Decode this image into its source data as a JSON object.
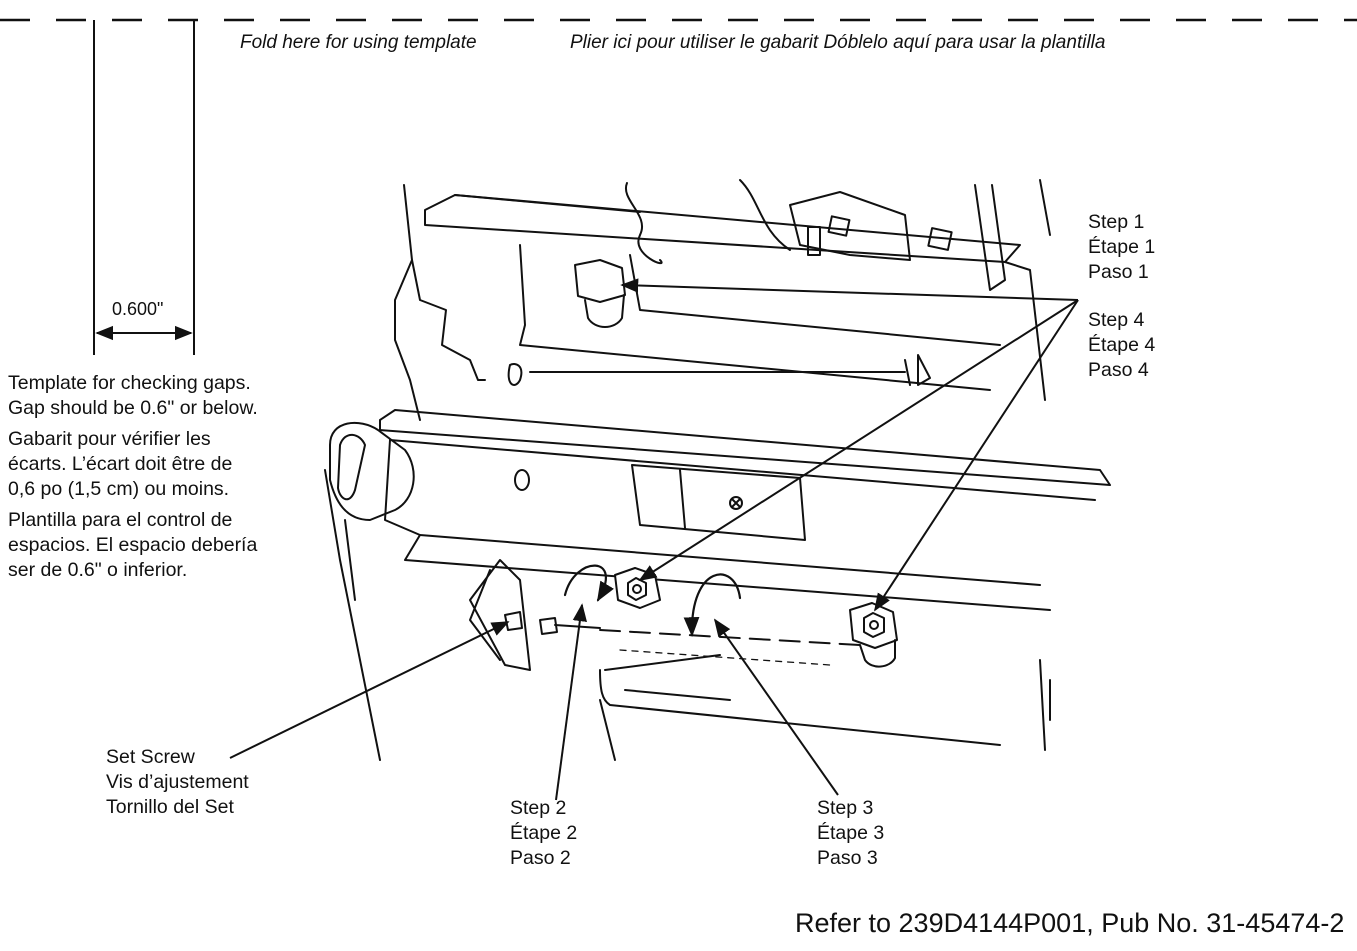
{
  "fold_line": {
    "english": "Fold here for using template",
    "french_spanish": "Plier ici pour utiliser le gabarit Dóblelo aquí para usar la plantilla"
  },
  "template": {
    "gap_dimension": "0.600\"",
    "paragraphs": [
      [
        "Template for checking gaps.",
        "Gap should be 0.6\" or below."
      ],
      [
        "Gabarit pour vérifier les",
        "écarts. L’écart doit être de",
        "0,6 po (1,5 cm) ou moins."
      ],
      [
        "Plantilla para el control de",
        "espacios. El espacio debería",
        "ser de 0.6\" o inferior."
      ]
    ]
  },
  "callouts": {
    "step1": [
      "Step 1",
      "Étape 1",
      "Paso 1"
    ],
    "step4": [
      "Step 4",
      "Étape 4",
      "Paso 4"
    ],
    "set_screw": [
      "Set Screw",
      "Vis d’ajustement",
      "Tornillo del Set"
    ],
    "step2": [
      "Step 2",
      "Étape 2",
      "Paso 2"
    ],
    "step3": [
      "Step 3",
      "Étape 3",
      "Paso 3"
    ]
  },
  "reference": "Refer to 239D4144P001, Pub No. 31-45474-2"
}
